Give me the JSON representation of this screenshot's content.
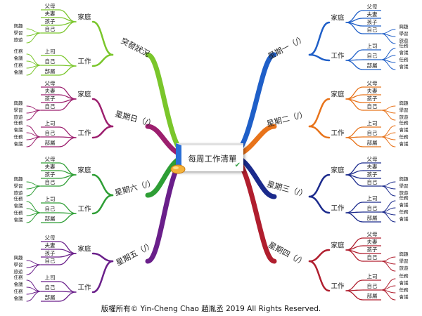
{
  "center": {
    "title": "每周工作清單",
    "check_icon": "check-icon"
  },
  "footer": {
    "copyright": "版權所有© Yin-Cheng Chao 趙胤丞 2019 All Rights Reserved."
  },
  "branches": [
    {
      "id": "tuesday",
      "label": "星期二（/）",
      "color": "#e8731a",
      "family": {
        "label": "家庭",
        "items": [
          "父母",
          "夫妻",
          "孩子",
          "自己"
        ],
        "sub": {
          "label": "自己",
          "items": [
            "興趣",
            "學習",
            "旅遊"
          ]
        }
      },
      "work": {
        "label": "工作",
        "items": [
          "上司",
          "自己",
          "部屬"
        ],
        "sub": {
          "label": "自己",
          "items": [
            "任務",
            "會議",
            "任務",
            "會議"
          ]
        }
      }
    },
    {
      "id": "monday",
      "label": "星期一（/）",
      "color": "#1f5fc8",
      "family": {
        "label": "家庭",
        "items": [
          "父母",
          "夫妻",
          "孩子",
          "自己"
        ],
        "sub": {
          "label": "自己",
          "items": [
            "興趣",
            "學習",
            "旅遊"
          ]
        }
      },
      "work": {
        "label": "工作",
        "items": [
          "上司",
          "自己",
          "部屬"
        ],
        "sub": {
          "label": "自己",
          "items": [
            "任務",
            "會議",
            "任務",
            "會議"
          ]
        }
      }
    },
    {
      "id": "wednesday",
      "label": "星期三（/）",
      "color": "#1b2a8c",
      "family": {
        "label": "家庭",
        "items": [
          "父母",
          "夫妻",
          "孩子",
          "自己"
        ],
        "sub": {
          "label": "自己",
          "items": [
            "興趣",
            "學習",
            "旅遊"
          ]
        }
      },
      "work": {
        "label": "工作",
        "items": [
          "上司",
          "自己",
          "部屬"
        ],
        "sub": {
          "label": "自己",
          "items": [
            "任務",
            "會議",
            "任務",
            "會議"
          ]
        }
      }
    },
    {
      "id": "thursday",
      "label": "星期四（/）",
      "color": "#b01e2e",
      "family": {
        "label": "家庭",
        "items": [
          "父母",
          "夫妻",
          "孩子",
          "自己"
        ],
        "sub": {
          "label": "自己",
          "items": [
            "興趣",
            "學習",
            "旅遊"
          ]
        }
      },
      "work": {
        "label": "工作",
        "items": [
          "上司",
          "自己",
          "部屬"
        ],
        "sub": {
          "label": "自己",
          "items": [
            "任務",
            "會議",
            "任務",
            "會議"
          ]
        }
      }
    },
    {
      "id": "emergency",
      "label": "突發狀況",
      "color": "#7ac62b",
      "family": {
        "label": "家庭",
        "items": [
          "父母",
          "夫妻",
          "孩子",
          "自己"
        ],
        "sub": {
          "label": "自己",
          "items": [
            "興趣",
            "學習",
            "旅遊"
          ]
        }
      },
      "work": {
        "label": "工作",
        "items": [
          "上司",
          "自己",
          "部屬"
        ],
        "sub": {
          "label": "自己",
          "items": [
            "任務",
            "會議",
            "任務",
            "會議"
          ]
        }
      }
    },
    {
      "id": "sunday",
      "label": "星期日（/）",
      "color": "#9c1f6e",
      "family": {
        "label": "家庭",
        "items": [
          "父母",
          "夫妻",
          "孩子",
          "自己"
        ],
        "sub": {
          "label": "自己",
          "items": [
            "興趣",
            "學習",
            "旅遊"
          ]
        }
      },
      "work": {
        "label": "工作",
        "items": [
          "上司",
          "自己",
          "部屬"
        ],
        "sub": {
          "label": "自己",
          "items": [
            "任務",
            "會議",
            "任務",
            "會議"
          ]
        }
      }
    },
    {
      "id": "saturday",
      "label": "星期六（/）",
      "color": "#2e9e35",
      "family": {
        "label": "家庭",
        "items": [
          "父母",
          "夫妻",
          "孩子",
          "自己"
        ],
        "sub": {
          "label": "自己",
          "items": [
            "興趣",
            "學習",
            "旅遊"
          ]
        }
      },
      "work": {
        "label": "工作",
        "items": [
          "上司",
          "自己",
          "部屬"
        ],
        "sub": {
          "label": "自己",
          "items": [
            "任務",
            "會議",
            "任務",
            "會議"
          ]
        }
      }
    },
    {
      "id": "friday",
      "label": "星期五（/）",
      "color": "#6a1f8a",
      "family": {
        "label": "家庭",
        "items": [
          "父母",
          "夫妻",
          "孩子",
          "自己"
        ],
        "sub": {
          "label": "自己",
          "items": [
            "興趣",
            "學習",
            "旅遊"
          ]
        }
      },
      "work": {
        "label": "工作",
        "items": [
          "上司",
          "自己",
          "部屬"
        ],
        "sub": {
          "label": "自己",
          "items": [
            "任務",
            "會議",
            "任務",
            "會議"
          ]
        }
      }
    }
  ]
}
